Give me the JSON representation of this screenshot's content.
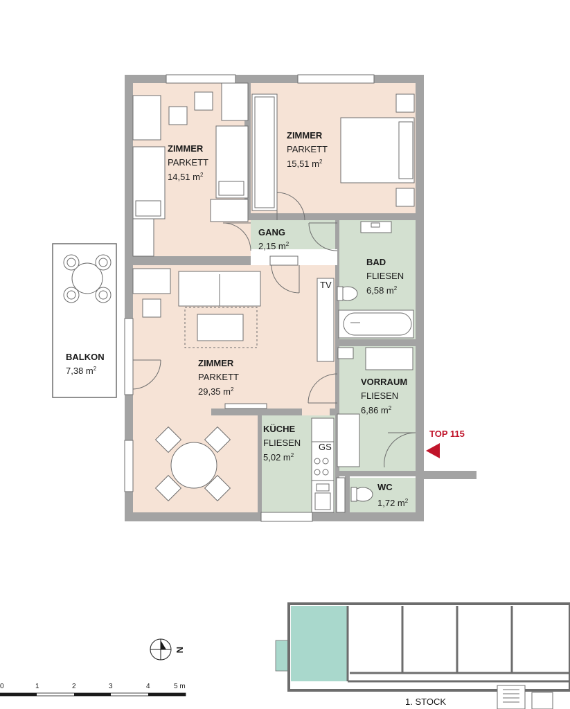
{
  "rooms": [
    {
      "name": "ZIMMER",
      "floor": "PARKETT",
      "area": "14,51 m",
      "sup": "2"
    },
    {
      "name": "ZIMMER",
      "floor": "PARKETT",
      "area": "15,51 m",
      "sup": "2"
    },
    {
      "name": "GANG",
      "floor": "",
      "area": "2,15 m",
      "sup": "2"
    },
    {
      "name": "BAD",
      "floor": "FLIESEN",
      "area": "6,58 m",
      "sup": "2"
    },
    {
      "name": "BALKON",
      "floor": "",
      "area": "7,38 m",
      "sup": "2"
    },
    {
      "name": "ZIMMER",
      "floor": "PARKETT",
      "area": "29,35 m",
      "sup": "2"
    },
    {
      "name": "VORRAUM",
      "floor": "FLIESEN",
      "area": "6,86 m",
      "sup": "2"
    },
    {
      "name": "KÜCHE",
      "floor": "FLIESEN",
      "area": "5,02 m",
      "sup": "2"
    },
    {
      "name": "WC",
      "floor": "",
      "area": "1,72 m",
      "sup": "2"
    }
  ],
  "labels": {
    "tv": "TV",
    "gs": "GS",
    "top": "TOP 115",
    "north": "N",
    "floor_level": "1. STOCK"
  },
  "scale": {
    "ticks": [
      "0",
      "1",
      "2",
      "3",
      "4",
      "5 m"
    ]
  },
  "colors": {
    "wall": "#a3a3a3",
    "parkett": "#f6e3d6",
    "fliesen": "#d3e0d0",
    "highlight": "#a9d8cc",
    "marker": "#c0142a"
  }
}
